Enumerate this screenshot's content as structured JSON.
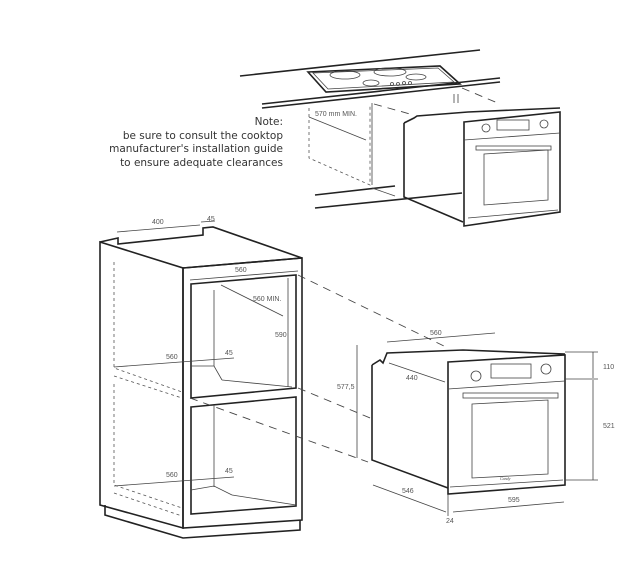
{
  "note": {
    "title": "Note:",
    "lines": [
      "be sure to consult the cooktop",
      "manufacturer's installation guide",
      "to ensure adequate clearances"
    ]
  },
  "top_install": {
    "clearance_label": "570 mm MIN."
  },
  "cabinet": {
    "top_depth": "400",
    "top_gap": "45",
    "opening_width": "560",
    "opening_depth_min": "560 MIN.",
    "opening_height": "590",
    "shelf_depth_upper": "560",
    "shelf_gap_upper": "45",
    "niche_height": "577,5",
    "shelf_depth_lower": "560",
    "shelf_gap_lower": "45"
  },
  "oven": {
    "top_width": "560",
    "side_depth": "440",
    "panel_height": "110",
    "door_height": "521",
    "body_depth": "546",
    "front_width": "595",
    "front_thickness": "24",
    "brand": "Candy"
  }
}
